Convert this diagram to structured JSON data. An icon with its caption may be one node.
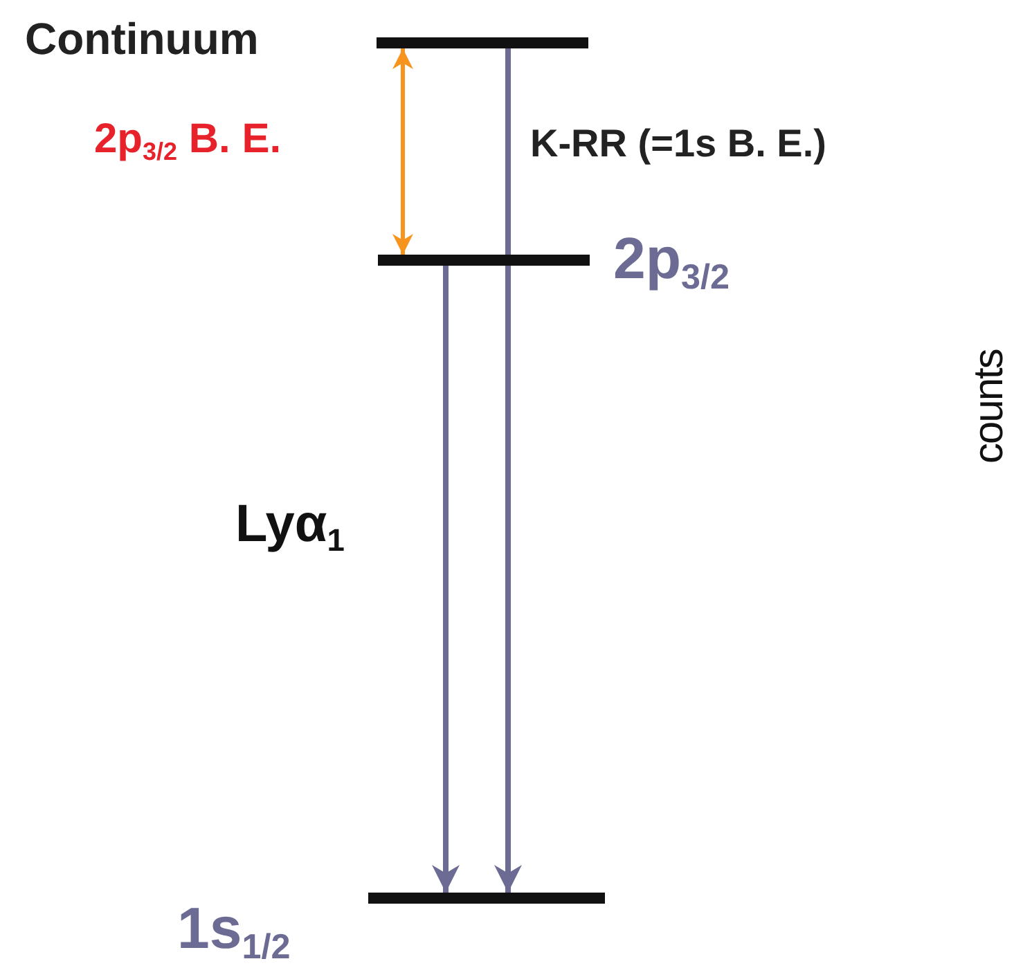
{
  "diagram": {
    "nodes": [
      {
        "text": [],
        "shape": "bar",
        "beside": [
          "Continuum"
        ]
      },
      {
        "text": [],
        "shape": "bar",
        "beside": [
          "2p$_{3/2}$"
        ]
      },
      {
        "text": [],
        "shape": "bar",
        "beside": [
          "1s$_{1/2}$"
        ]
      }
    ],
    "edges": [
      {
        "from": 0,
        "to": 1,
        "arrow": "both",
        "label": "2p$_{3/2}$ B. E.",
        "color": "#f7941d"
      },
      {
        "from": 1,
        "to": 2,
        "arrow": "to",
        "label": "Lyα$_{1}$"
      },
      {
        "from": 0,
        "to": 2,
        "arrow": "to",
        "label": "K-RR (=1s B. E.)"
      }
    ],
    "labels": [
      "counts"
    ]
  }
}
